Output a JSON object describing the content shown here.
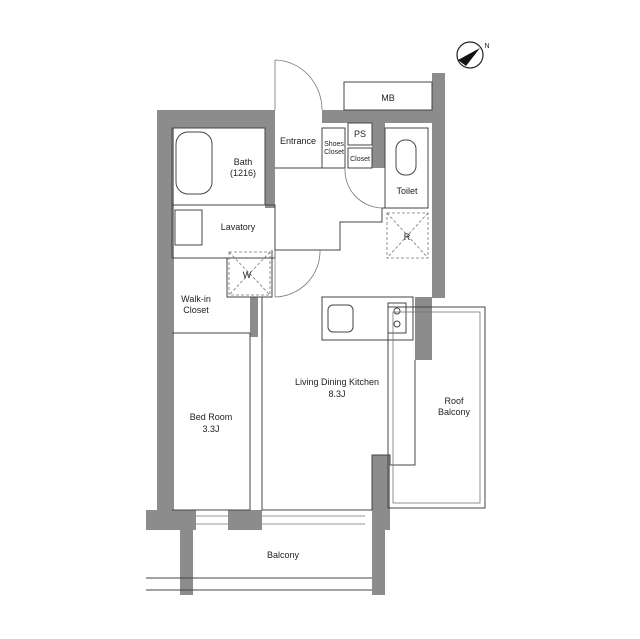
{
  "compass": {
    "label": "N",
    "icon": "north-arrow-icon"
  },
  "rooms": {
    "mb": "MB",
    "entrance": "Entrance",
    "shoes_closet": [
      "Shoes",
      "Closet"
    ],
    "ps": "PS",
    "closet": "Closet",
    "bath": [
      "Bath",
      "(1216)"
    ],
    "toilet": "Toilet",
    "lavatory": "Lavatory",
    "refrigerator": "R",
    "washer": "W",
    "walkin_closet": [
      "Walk-in",
      "Closet"
    ],
    "ldk": [
      "Living Dining Kitchen",
      "8.3J"
    ],
    "bedroom": [
      "Bed Room",
      "3.3J"
    ],
    "roof_balcony": [
      "Roof",
      "Balcony"
    ],
    "balcony": "Balcony"
  },
  "colors": {
    "wall": "#8c8c8c",
    "line": "#444444"
  }
}
